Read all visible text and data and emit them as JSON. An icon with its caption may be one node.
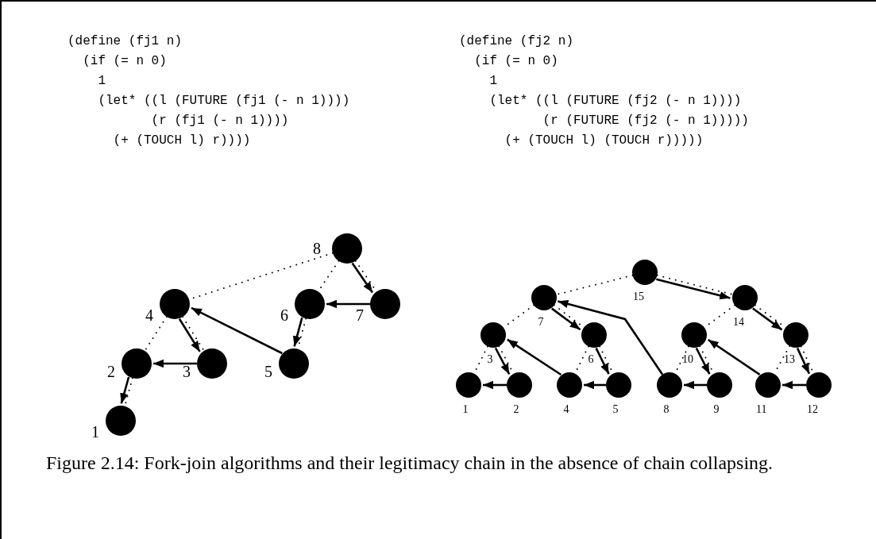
{
  "diagram": {
    "caption": "Figure 2.14: Fork-join algorithms and their legitimacy chain in the absence of chain collapsing.",
    "nodes": [
      {
        "text": [],
        "shape": "circle",
        "beside": [
          "1"
        ]
      },
      {
        "text": [],
        "shape": "circle",
        "beside": [
          "2"
        ]
      },
      {
        "text": [],
        "shape": "circle",
        "beside": [
          "3"
        ]
      },
      {
        "text": [],
        "shape": "circle",
        "beside": [
          "4"
        ]
      },
      {
        "text": [],
        "shape": "circle",
        "beside": [
          "5"
        ]
      },
      {
        "text": [],
        "shape": "circle",
        "beside": [
          "6"
        ]
      },
      {
        "text": [],
        "shape": "circle",
        "beside": [
          "7"
        ]
      },
      {
        "text": [],
        "shape": "circle",
        "beside": [
          "8"
        ]
      },
      {
        "text": [],
        "shape": "circle",
        "beside": [
          "1"
        ]
      },
      {
        "text": [],
        "shape": "circle",
        "beside": [
          "2"
        ]
      },
      {
        "text": [],
        "shape": "circle",
        "beside": [
          "3"
        ]
      },
      {
        "text": [],
        "shape": "circle",
        "beside": [
          "4"
        ]
      },
      {
        "text": [],
        "shape": "circle",
        "beside": [
          "5"
        ]
      },
      {
        "text": [],
        "shape": "circle",
        "beside": [
          "6"
        ]
      },
      {
        "text": [],
        "shape": "circle",
        "beside": [
          "7"
        ]
      },
      {
        "text": [],
        "shape": "circle",
        "beside": [
          "8"
        ]
      },
      {
        "text": [],
        "shape": "circle",
        "beside": [
          "9"
        ]
      },
      {
        "text": [],
        "shape": "circle",
        "beside": [
          "10"
        ]
      },
      {
        "text": [],
        "shape": "circle",
        "beside": [
          "11"
        ]
      },
      {
        "text": [],
        "shape": "circle",
        "beside": [
          "12"
        ]
      },
      {
        "text": [],
        "shape": "circle",
        "beside": [
          "13"
        ]
      },
      {
        "text": [],
        "shape": "circle",
        "beside": [
          "14"
        ]
      },
      {
        "text": [],
        "shape": "circle",
        "beside": [
          "15"
        ]
      }
    ],
    "edges": [
      {
        "from": 7,
        "to": 3,
        "arrow": "none",
        "style": "dashed"
      },
      {
        "from": 7,
        "to": 5,
        "arrow": "none",
        "style": "dashed"
      },
      {
        "from": 7,
        "to": 6,
        "arrow": "none",
        "style": "dashed"
      },
      {
        "from": 3,
        "to": 1,
        "arrow": "none",
        "style": "dashed"
      },
      {
        "from": 3,
        "to": 2,
        "arrow": "none",
        "style": "dashed"
      },
      {
        "from": 5,
        "to": 4,
        "arrow": "none",
        "style": "dashed"
      },
      {
        "from": 1,
        "to": 0,
        "arrow": "none",
        "style": "dashed"
      },
      {
        "from": 7,
        "to": 6,
        "arrow": "to"
      },
      {
        "from": 6,
        "to": 5,
        "arrow": "to"
      },
      {
        "from": 5,
        "to": 4,
        "arrow": "to"
      },
      {
        "from": 4,
        "to": 3,
        "arrow": "to"
      },
      {
        "from": 3,
        "to": 2,
        "arrow": "to"
      },
      {
        "from": 2,
        "to": 1,
        "arrow": "to"
      },
      {
        "from": 1,
        "to": 0,
        "arrow": "to"
      },
      {
        "from": 22,
        "to": 14,
        "arrow": "none",
        "style": "dashed"
      },
      {
        "from": 22,
        "to": 21,
        "arrow": "none",
        "style": "dashed"
      },
      {
        "from": 14,
        "to": 10,
        "arrow": "none",
        "style": "dashed"
      },
      {
        "from": 14,
        "to": 13,
        "arrow": "none",
        "style": "dashed"
      },
      {
        "from": 21,
        "to": 17,
        "arrow": "none",
        "style": "dashed"
      },
      {
        "from": 21,
        "to": 20,
        "arrow": "none",
        "style": "dashed"
      },
      {
        "from": 10,
        "to": 8,
        "arrow": "none",
        "style": "dashed"
      },
      {
        "from": 10,
        "to": 9,
        "arrow": "none",
        "style": "dashed"
      },
      {
        "from": 13,
        "to": 11,
        "arrow": "none",
        "style": "dashed"
      },
      {
        "from": 13,
        "to": 12,
        "arrow": "none",
        "style": "dashed"
      },
      {
        "from": 17,
        "to": 15,
        "arrow": "none",
        "style": "dashed"
      },
      {
        "from": 17,
        "to": 16,
        "arrow": "none",
        "style": "dashed"
      },
      {
        "from": 20,
        "to": 18,
        "arrow": "none",
        "style": "dashed"
      },
      {
        "from": 20,
        "to": 19,
        "arrow": "none",
        "style": "dashed"
      },
      {
        "from": 22,
        "to": 21,
        "arrow": "to"
      },
      {
        "from": 21,
        "to": 20,
        "arrow": "to"
      },
      {
        "from": 20,
        "to": 19,
        "arrow": "to"
      },
      {
        "from": 19,
        "to": 18,
        "arrow": "to"
      },
      {
        "from": 18,
        "to": 17,
        "arrow": "to"
      },
      {
        "from": 17,
        "to": 16,
        "arrow": "to"
      },
      {
        "from": 16,
        "to": 15,
        "arrow": "to"
      },
      {
        "from": 15,
        "to": 14,
        "arrow": "to"
      },
      {
        "from": 14,
        "to": 13,
        "arrow": "to"
      },
      {
        "from": 13,
        "to": 12,
        "arrow": "to"
      },
      {
        "from": 12,
        "to": 11,
        "arrow": "to"
      },
      {
        "from": 11,
        "to": 10,
        "arrow": "to"
      },
      {
        "from": 10,
        "to": 9,
        "arrow": "to"
      },
      {
        "from": 9,
        "to": 8,
        "arrow": "to"
      }
    ],
    "labels": [
      "(define (fj1 n)",
      "(if (= n 0)",
      "1",
      "(let* ((l (FUTURE (fj1 (- n 1))))",
      "(r (fj1 (- n 1))))",
      "(+ (TOUCH l) r))))",
      "(define (fj2 n)",
      "(if (= n 0)",
      "1",
      "(let* ((l (FUTURE (fj2 (- n 1))))",
      "(r (FUTURE (fj2 (- n 1)))))",
      "(+ (TOUCH l) (TOUCH r)))))"
    ]
  }
}
